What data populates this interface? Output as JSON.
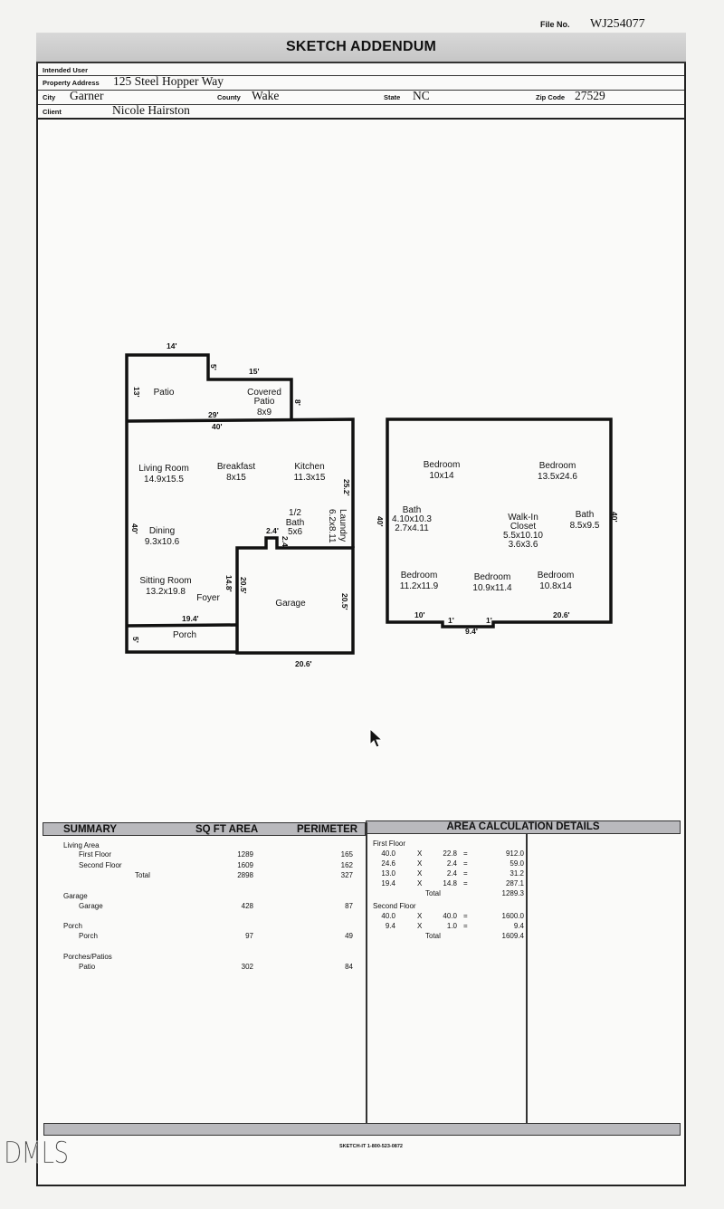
{
  "header": {
    "file_no_label": "File No.",
    "file_no": "WJ254077",
    "title": "SKETCH ADDENDUM"
  },
  "info": {
    "intended_user_label": "Intended User",
    "intended_user": "",
    "property_address_label": "Property Address",
    "property_address": "125 Steel Hopper Way",
    "city_label": "City",
    "city": "Garner",
    "county_label": "County",
    "county": "Wake",
    "state_label": "State",
    "state": "NC",
    "zip_label": "Zip Code",
    "zip": "27529",
    "client_label": "Client",
    "client": "Nicole Hairston"
  },
  "sketch": {
    "first_floor": {
      "rooms": [
        {
          "name": "Patio",
          "size": ""
        },
        {
          "name": "Covered Patio",
          "size": "8x9"
        },
        {
          "name": "Living Room",
          "size": "14.9x15.5"
        },
        {
          "name": "Breakfast",
          "size": "8x15"
        },
        {
          "name": "Kitchen",
          "size": "11.3x15"
        },
        {
          "name": "1/2 Bath",
          "size": "5x6"
        },
        {
          "name": "Laundry",
          "size": "6.2x8.11"
        },
        {
          "name": "Dining",
          "size": "9.3x10.6"
        },
        {
          "name": "Sitting Room",
          "size": "13.2x19.8"
        },
        {
          "name": "Foyer",
          "size": ""
        },
        {
          "name": "Garage",
          "size": ""
        },
        {
          "name": "Porch",
          "size": ""
        }
      ],
      "dimensions": {
        "patio_top": "14'",
        "patio_step": "5'",
        "cov_patio_top": "15'",
        "patio_left": "13'",
        "cov_patio_right": "8'",
        "patio_bottom": "29'",
        "house_top": "40'",
        "house_right": "25.2'",
        "house_left": "40'",
        "bath_bump": "2.4'",
        "bath_bump_side": "2.4'",
        "foyer_right": "14.8'",
        "garage_left": "20.5'",
        "garage_right": "20.5'",
        "sitting_bottom": "19.4'",
        "porch_left": "5'",
        "garage_bottom": "20.6'"
      }
    },
    "second_floor": {
      "rooms": [
        {
          "name": "Bedroom",
          "size": "10x14"
        },
        {
          "name": "Bedroom",
          "size": "13.5x24.6"
        },
        {
          "name": "Bath",
          "size": "4.10x10.3",
          "size2": "2.7x4.11"
        },
        {
          "name": "Walk-In Closet",
          "size": "5.5x10.10",
          "size2": "3.6x3.6"
        },
        {
          "name": "Bath",
          "size": "8.5x9.5"
        },
        {
          "name": "Bedroom",
          "size": "11.2x11.9"
        },
        {
          "name": "Bedroom",
          "size": "10.9x11.4"
        },
        {
          "name": "Bedroom",
          "size": "10.8x14"
        }
      ],
      "dimensions": {
        "left": "40'",
        "right": "40'",
        "bottom_left": "10'",
        "bump_left": "1'",
        "bump_right": "1'",
        "bump_bottom": "9.4'",
        "bottom_right": "20.6'"
      }
    }
  },
  "summary": {
    "headers": [
      "SUMMARY",
      "SQ FT AREA",
      "PERIMETER"
    ],
    "groups": [
      {
        "label": "Living Area",
        "rows": [
          {
            "name": "First Floor",
            "area": "1289",
            "perimeter": "165"
          },
          {
            "name": "Second Floor",
            "area": "1609",
            "perimeter": "162"
          },
          {
            "name": "Total",
            "area": "2898",
            "perimeter": "327"
          }
        ]
      },
      {
        "label": "Garage",
        "rows": [
          {
            "name": "Garage",
            "area": "428",
            "perimeter": "87"
          }
        ]
      },
      {
        "label": "Porch",
        "rows": [
          {
            "name": "Porch",
            "area": "97",
            "perimeter": "49"
          }
        ]
      },
      {
        "label": "Porches/Patios",
        "rows": [
          {
            "name": "Patio",
            "area": "302",
            "perimeter": "84"
          }
        ]
      }
    ]
  },
  "area_calc": {
    "header": "AREA CALCULATION DETAILS",
    "first_floor": {
      "label": "First Floor",
      "rows": [
        {
          "a": "40.0",
          "op": "X",
          "b": "22.8",
          "eq": "=",
          "r": "912.0"
        },
        {
          "a": "24.6",
          "op": "X",
          "b": "2.4",
          "eq": "=",
          "r": "59.0"
        },
        {
          "a": "13.0",
          "op": "X",
          "b": "2.4",
          "eq": "=",
          "r": "31.2"
        },
        {
          "a": "19.4",
          "op": "X",
          "b": "14.8",
          "eq": "=",
          "r": "287.1"
        }
      ],
      "total_label": "Total",
      "total": "1289.3"
    },
    "second_floor": {
      "label": "Second Floor",
      "rows": [
        {
          "a": "40.0",
          "op": "X",
          "b": "40.0",
          "eq": "=",
          "r": "1600.0"
        },
        {
          "a": "9.4",
          "op": "X",
          "b": "1.0",
          "eq": "=",
          "r": "9.4"
        }
      ],
      "total_label": "Total",
      "total": "1609.4"
    }
  },
  "footer": {
    "software": "SKETCH-IT 1-800-523-0872",
    "watermark": "DMLS"
  }
}
